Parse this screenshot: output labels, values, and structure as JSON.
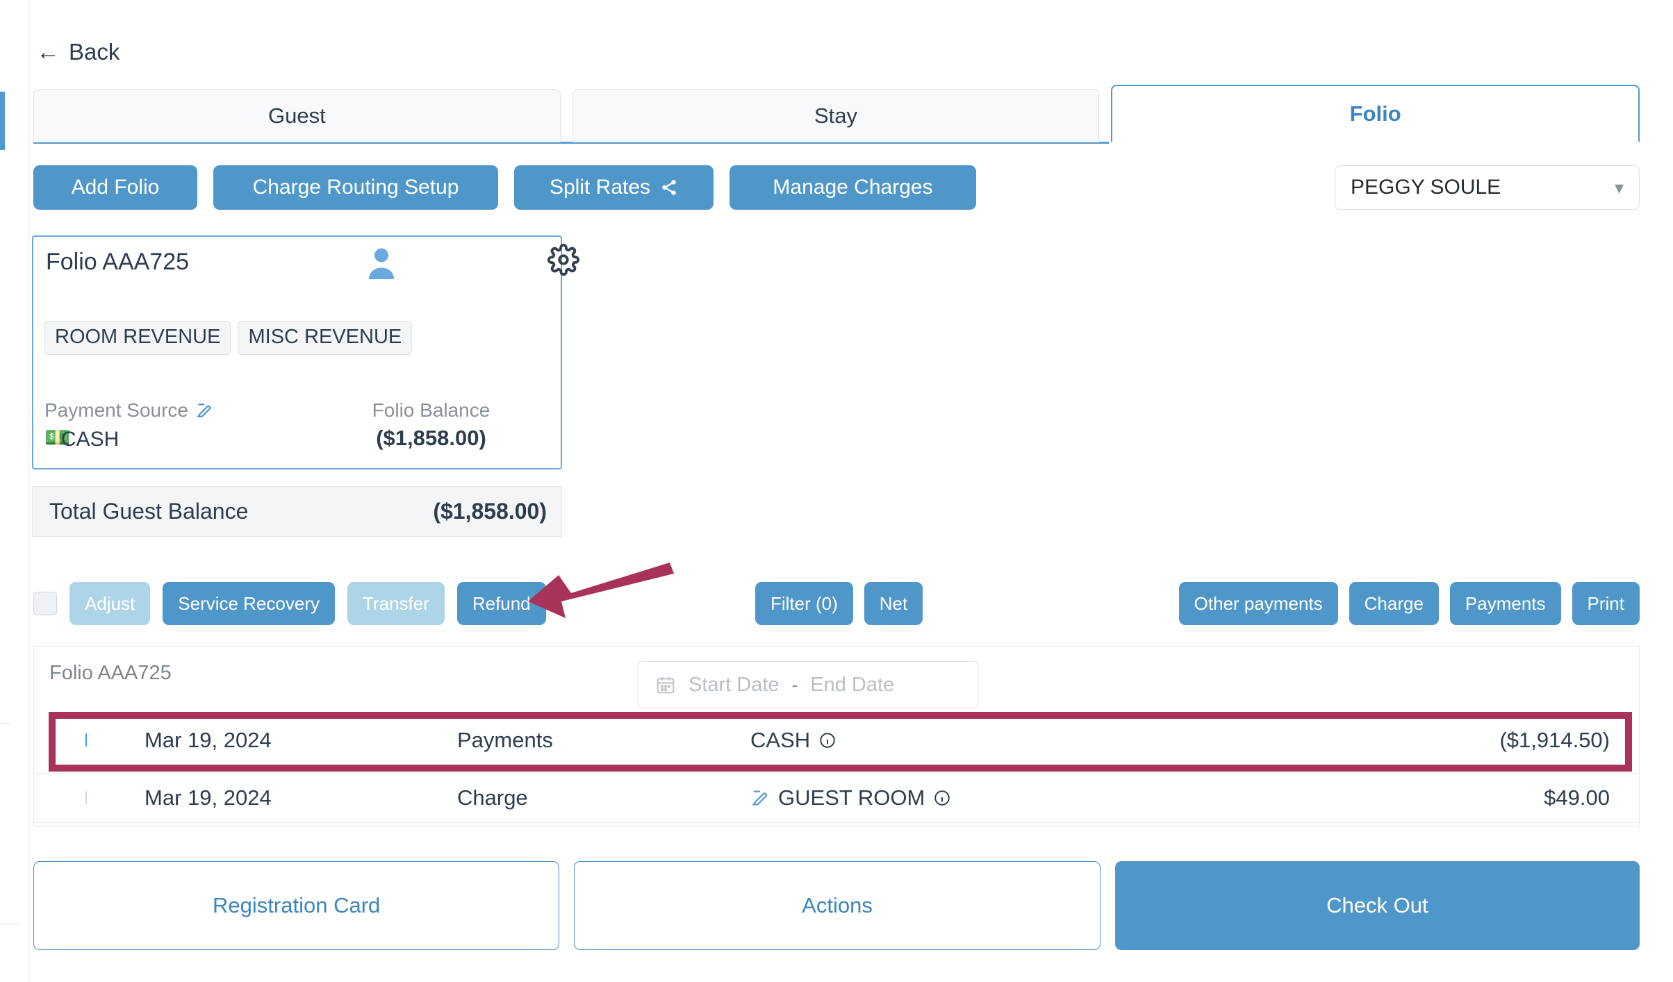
{
  "nav": {
    "back_label": "Back",
    "back_icon": "arrow-left-icon"
  },
  "tabs": [
    {
      "label": "Guest",
      "active": false
    },
    {
      "label": "Stay",
      "active": false
    },
    {
      "label": "Folio",
      "active": true
    }
  ],
  "toolbar": {
    "add_folio": "Add Folio",
    "charge_routing_setup": "Charge Routing Setup",
    "split_rates": "Split Rates",
    "split_rates_icon": "share-icon",
    "manage_charges": "Manage Charges"
  },
  "guest_select": {
    "value": "PEGGY SOULE",
    "chevron_icon": "chevron-down-icon"
  },
  "folio_card": {
    "title": "Folio AAA725",
    "person_icon": "person-icon",
    "gear_icon": "gear-icon",
    "chips": [
      "ROOM REVENUE",
      "MISC REVENUE"
    ],
    "payment_source_label": "Payment Source",
    "payment_source_edit_icon": "edit-icon",
    "payment_source_icon": "money-icon",
    "payment_source_value": "CASH",
    "balance_label": "Folio Balance",
    "balance_value": "($1,858.00)"
  },
  "total": {
    "label": "Total Guest Balance",
    "value": "($1,858.00)"
  },
  "actions": {
    "select_all_checkbox": "select-all-checkbox",
    "adjust": "Adjust",
    "service_recovery": "Service Recovery",
    "transfer": "Transfer",
    "refund": "Refund",
    "filter": "Filter (0)",
    "net": "Net",
    "other_payments": "Other payments",
    "charge": "Charge",
    "payments": "Payments",
    "print": "Print"
  },
  "table": {
    "header": "Folio AAA725",
    "date_filter": {
      "calendar_icon": "calendar-icon",
      "start_placeholder": "Start Date",
      "separator": "-",
      "end_placeholder": "End Date"
    },
    "rows": [
      {
        "checked": true,
        "date": "Mar 19, 2024",
        "type": "Payments",
        "source": "CASH",
        "info_icon": "info-icon",
        "has_edit_icon": false,
        "amount": "($1,914.50)"
      },
      {
        "checked": false,
        "date": "Mar 19, 2024",
        "type": "Charge",
        "source": "GUEST ROOM",
        "info_icon": "info-icon",
        "has_edit_icon": true,
        "edit_icon": "edit-icon",
        "amount": "$49.00"
      }
    ]
  },
  "footer": {
    "registration_card": "Registration Card",
    "actions_button": "Actions",
    "check_out": "Check Out"
  },
  "annotation": {
    "arrow_icon": "annotation-arrow-icon",
    "highlight_icon": "annotation-highlight-box",
    "color": "#a83258"
  },
  "colors": {
    "primary_blue": "#4f97c9",
    "accent_blue": "#3b86bd",
    "disabled_blue": "#aed4e8",
    "annotation": "#a83258"
  }
}
